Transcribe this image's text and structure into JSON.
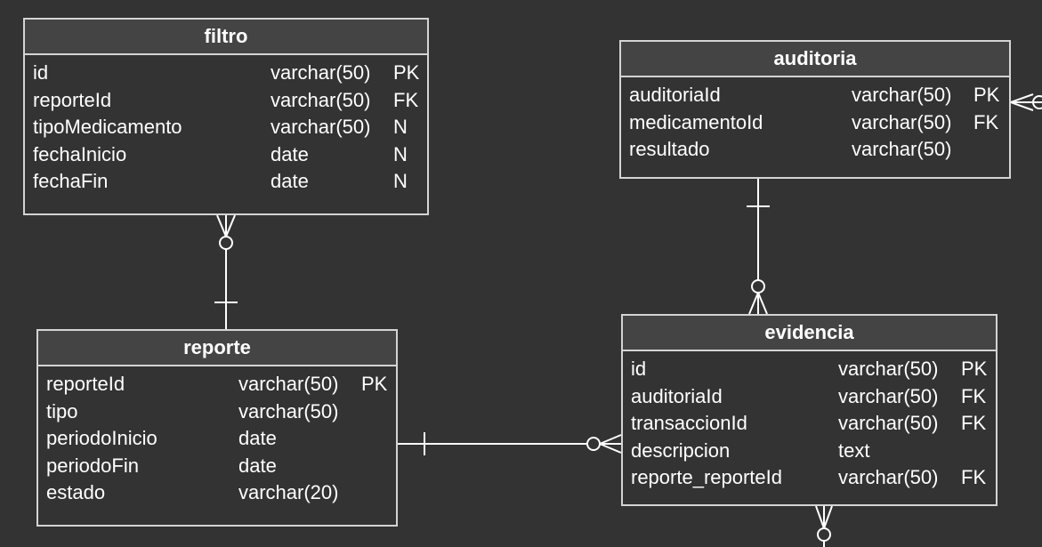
{
  "colors": {
    "background": "#333333",
    "header": "#444444",
    "border": "#d4d4d4",
    "text": "#ffffff",
    "line": "#ffffff"
  },
  "entities": {
    "filtro": {
      "title": "filtro",
      "rows": [
        {
          "name": "id",
          "type": "varchar(50)",
          "key": "PK"
        },
        {
          "name": "reporteId",
          "type": "varchar(50)",
          "key": "FK"
        },
        {
          "name": "tipoMedicamento",
          "type": "varchar(50)",
          "key": "N"
        },
        {
          "name": "fechaInicio",
          "type": "date",
          "key": "N"
        },
        {
          "name": "fechaFin",
          "type": "date",
          "key": "N"
        }
      ]
    },
    "auditoria": {
      "title": "auditoria",
      "rows": [
        {
          "name": "auditoriaId",
          "type": "varchar(50)",
          "key": "PK"
        },
        {
          "name": "medicamentoId",
          "type": "varchar(50)",
          "key": "FK"
        },
        {
          "name": "resultado",
          "type": "varchar(50)",
          "key": ""
        }
      ]
    },
    "reporte": {
      "title": "reporte",
      "rows": [
        {
          "name": "reporteId",
          "type": "varchar(50)",
          "key": "PK"
        },
        {
          "name": "tipo",
          "type": "varchar(50)",
          "key": ""
        },
        {
          "name": "periodoInicio",
          "type": "date",
          "key": ""
        },
        {
          "name": "periodoFin",
          "type": "date",
          "key": ""
        },
        {
          "name": "estado",
          "type": "varchar(20)",
          "key": ""
        }
      ]
    },
    "evidencia": {
      "title": "evidencia",
      "rows": [
        {
          "name": "id",
          "type": "varchar(50)",
          "key": "PK"
        },
        {
          "name": "auditoriaId",
          "type": "varchar(50)",
          "key": "FK"
        },
        {
          "name": "transaccionId",
          "type": "varchar(50)",
          "key": "FK"
        },
        {
          "name": "descripcion",
          "type": "text",
          "key": ""
        },
        {
          "name": "reporte_reporteId",
          "type": "varchar(50)",
          "key": "FK"
        }
      ]
    }
  },
  "relationships": [
    {
      "from": "reporte",
      "to": "filtro",
      "from_cardinality": "one",
      "to_cardinality": "zero-or-many"
    },
    {
      "from": "auditoria",
      "to": "evidencia",
      "from_cardinality": "one",
      "to_cardinality": "zero-or-many"
    },
    {
      "from": "reporte",
      "to": "evidencia",
      "from_cardinality": "one",
      "to_cardinality": "zero-or-many"
    }
  ]
}
